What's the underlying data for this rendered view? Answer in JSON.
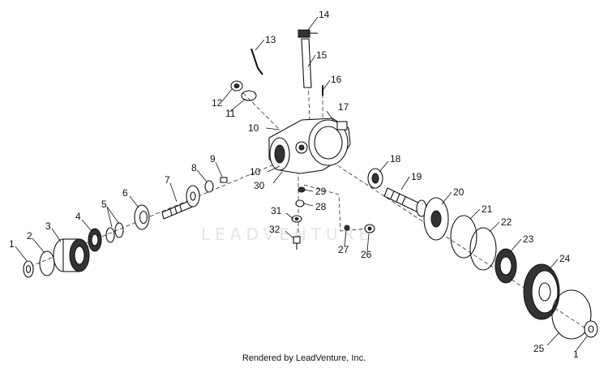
{
  "watermark": "LEADVENTURE",
  "credit": "Rendered by LeadVenture, Inc.",
  "callouts": [
    "1",
    "2",
    "3",
    "4",
    "5",
    "6",
    "7",
    "8",
    "9",
    "10",
    "10",
    "11",
    "12",
    "13",
    "14",
    "15",
    "16",
    "17",
    "18",
    "19",
    "20",
    "21",
    "22",
    "23",
    "24",
    "25",
    "1",
    "26",
    "27",
    "28",
    "29",
    "30",
    "31",
    "32"
  ]
}
